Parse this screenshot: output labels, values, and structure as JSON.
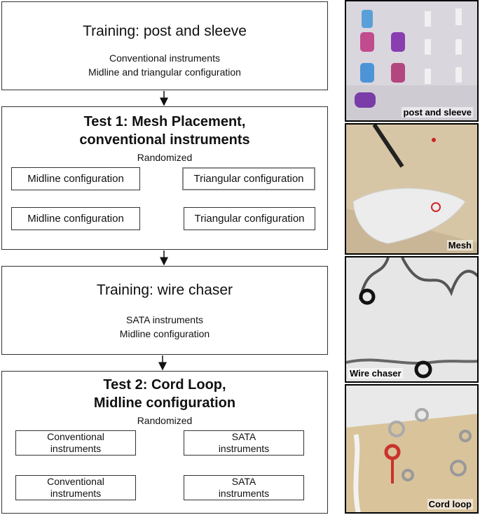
{
  "flow": {
    "training1": {
      "title": "Training: post and sleeve",
      "line1": "Conventional instruments",
      "line2": "Midline and triangular configuration"
    },
    "test1": {
      "title_line1": "Test 1: Mesh Placement,",
      "title_line2": "conventional instruments",
      "randomized": "Randomized",
      "top_left": "Midline configuration",
      "top_right": "Triangular configuration",
      "bottom_left": "Midline configuration",
      "bottom_right": "Triangular configuration"
    },
    "training2": {
      "title": "Training: wire chaser",
      "line1": "SATA instruments",
      "line2": "Midline configuration"
    },
    "test2": {
      "title_line1": "Test 2: Cord Loop,",
      "title_line2": "Midline configuration",
      "randomized": "Randomized",
      "top_left_1": "Conventional",
      "top_left_2": "instruments",
      "top_right_1": "SATA",
      "top_right_2": "instruments",
      "bottom_left_1": "Conventional",
      "bottom_left_2": "instruments",
      "bottom_right_1": "SATA",
      "bottom_right_2": "instruments"
    }
  },
  "photos": {
    "p1": "post and sleeve",
    "p2": "Mesh",
    "p3": "Wire chaser",
    "p4": "Cord loop"
  }
}
